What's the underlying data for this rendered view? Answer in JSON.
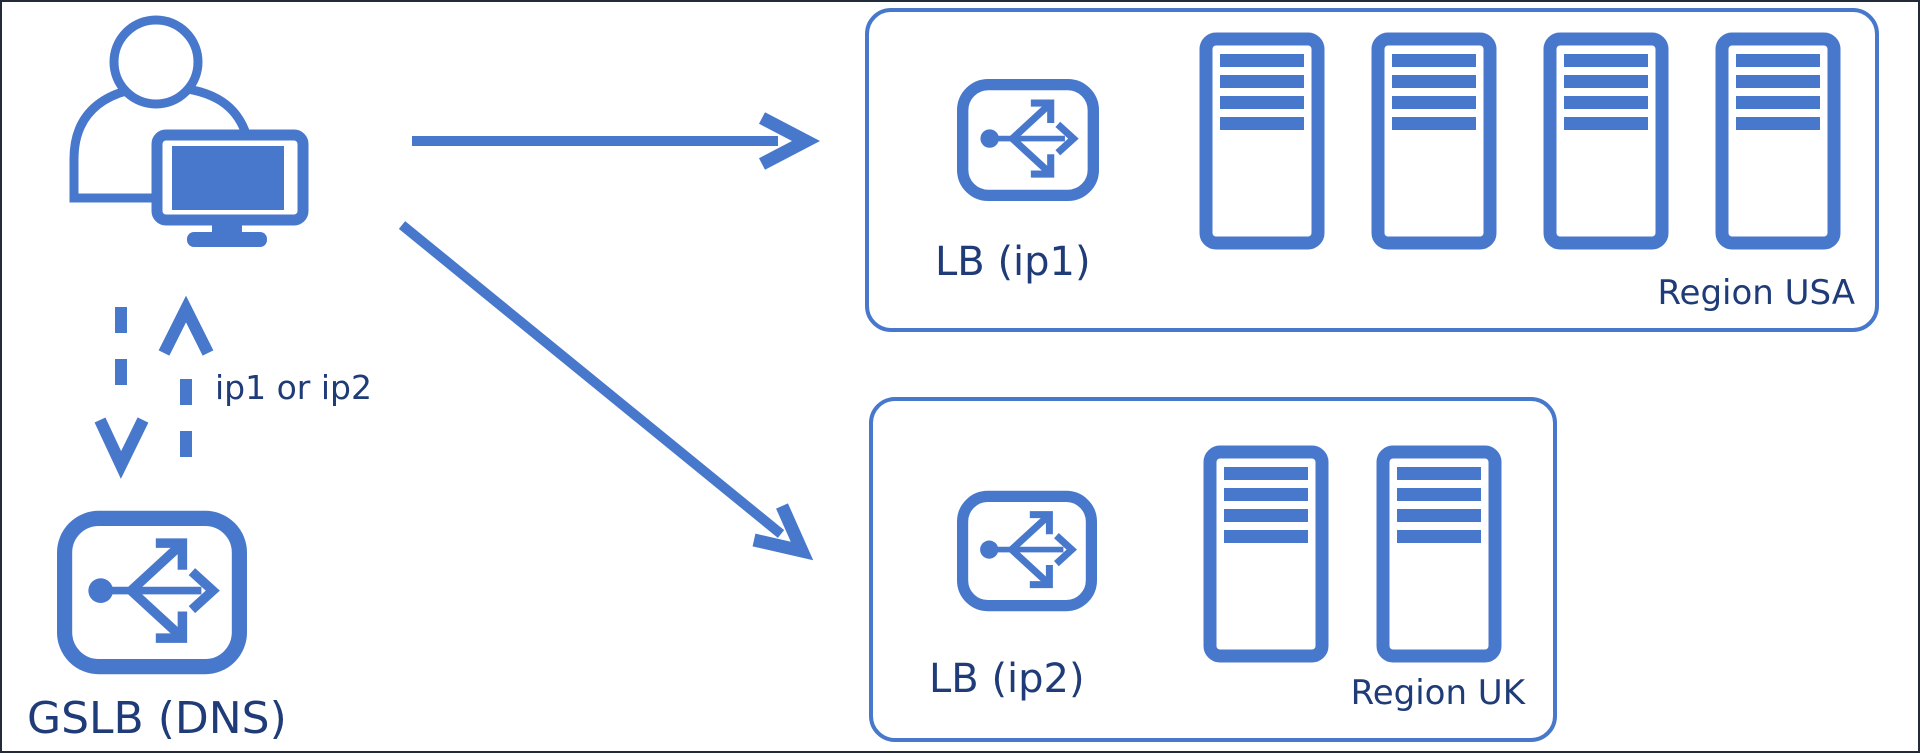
{
  "colors": {
    "accent": "#4878CC",
    "text": "#1F3C78"
  },
  "client": {
    "icon": "user-at-computer-icon"
  },
  "gslb": {
    "icon": "load-balancer-icon",
    "label": "GSLB (DNS)"
  },
  "dns_exchange": {
    "label": "ip1 or ip2",
    "arrows": [
      "dns-query-dashed-down",
      "dns-response-dashed-up"
    ]
  },
  "request_arrows": [
    "client-to-region-usa",
    "client-to-region-uk"
  ],
  "regions": [
    {
      "name": "Region USA",
      "lb_label": "LB (ip1)",
      "lb_icon": "load-balancer-icon",
      "server_icon": "server-icon",
      "server_count": 4
    },
    {
      "name": "Region UK",
      "lb_label": "LB (ip2)",
      "lb_icon": "load-balancer-icon",
      "server_icon": "server-icon",
      "server_count": 2
    }
  ]
}
